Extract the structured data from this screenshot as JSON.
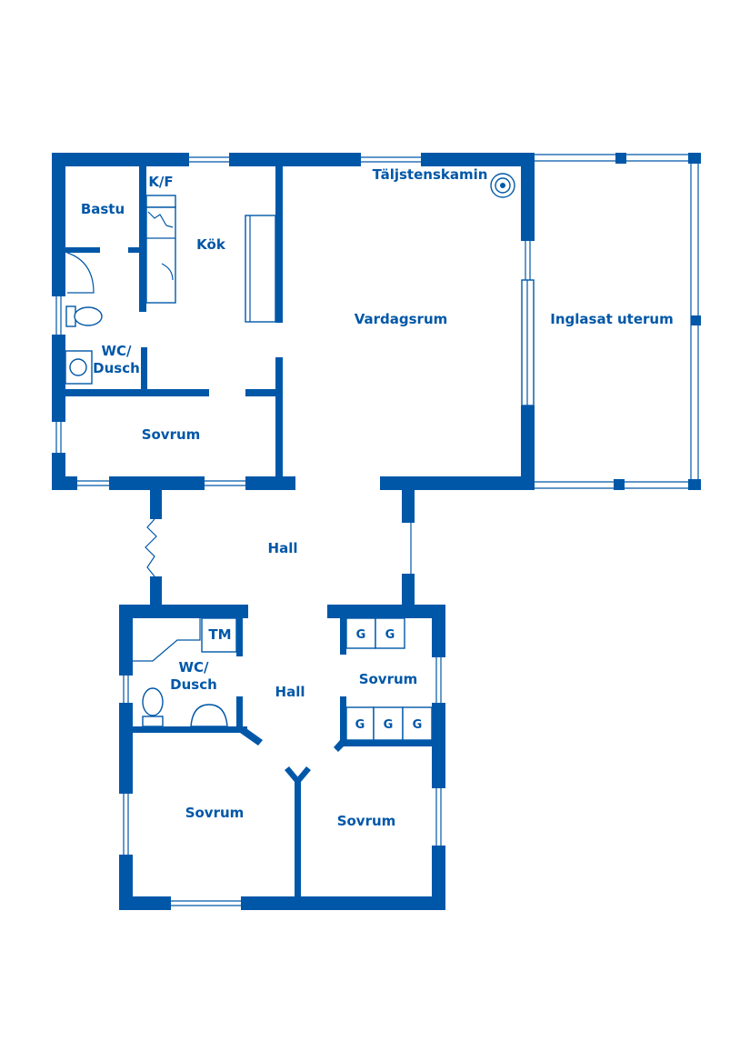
{
  "colors": {
    "wall": "#0057A8",
    "background": "#ffffff"
  },
  "rooms": {
    "bastu": "Bastu",
    "kf": "K/F",
    "kok": "Kök",
    "taljstenskamin": "Täljstenskamin",
    "vardagsrum": "Vardagsrum",
    "inglasat_uterum": "Inglasat uterum",
    "wc_dusch_1_line1": "WC/",
    "wc_dusch_1_line2": "Dusch",
    "sovrum_1": "Sovrum",
    "hall_1": "Hall",
    "tm": "TM",
    "wc_dusch_2_line1": "WC/",
    "wc_dusch_2_line2": "Dusch",
    "hall_2": "Hall",
    "sovrum_2": "Sovrum",
    "sovrum_3": "Sovrum",
    "sovrum_4": "Sovrum",
    "wardrobe": "G"
  }
}
